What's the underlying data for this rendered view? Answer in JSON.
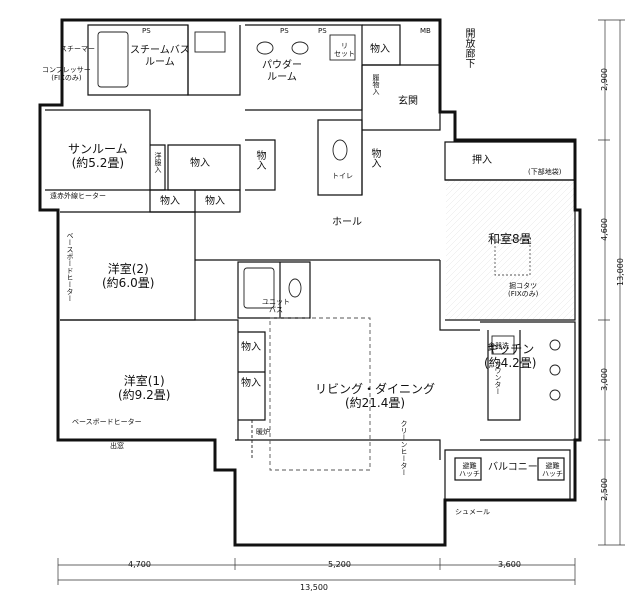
{
  "rooms": {
    "steam_bath": "スチームバス\nルーム",
    "powder": "パウダー\nルーム",
    "entrance": "玄関",
    "open_corridor": "開放廊下",
    "sunroom": "サンルーム\n(約5.2畳)",
    "western2": "洋室(2)\n(約6.0畳)",
    "western1": "洋室(1)\n(約9.2畳)",
    "living": "リビング・ダイニング\n(約21.4畳)",
    "hall": "ホール",
    "washitsu": "和室8畳",
    "kitchen": "キッチン\n(約4.2畳)",
    "balcony": "バルコニー",
    "toilet": "トイレ",
    "unit_bath": "ユニット\nバス"
  },
  "storage": {
    "closet": "物入",
    "oshiire": "押入",
    "shoe_closet": "履物入",
    "western_closet": "洋服入",
    "lower_storage": "(下部地袋)"
  },
  "fixtures": {
    "fireplace": "暖炉",
    "counter": "カウンター",
    "clean_heater": "クリーンヒーター",
    "baseboard_heater": "ベースボードヒーター",
    "floor_heater": "遠赤外線ヒーター",
    "kotatsu": "掘コタツ\n(FIXのみ)",
    "compressor": "コンプレッサー\n(FIXのみ)",
    "steamer": "スチーマー",
    "evacuation_hatch": "避難\nハッチ",
    "shumeru": "シュメール",
    "bay_window": "出窓",
    "dishwasher": "食器洗",
    "set": "リ\nセット",
    "ps": "PS",
    "mb": "MB"
  },
  "dimensions": {
    "bottom_left": "4,700",
    "bottom_mid": "5,200",
    "bottom_right": "3,600",
    "bottom_total": "13,500",
    "right_1": "2,900",
    "right_2": "4,600",
    "right_3": "3,000",
    "right_4": "2,500",
    "right_total": "13,000"
  }
}
